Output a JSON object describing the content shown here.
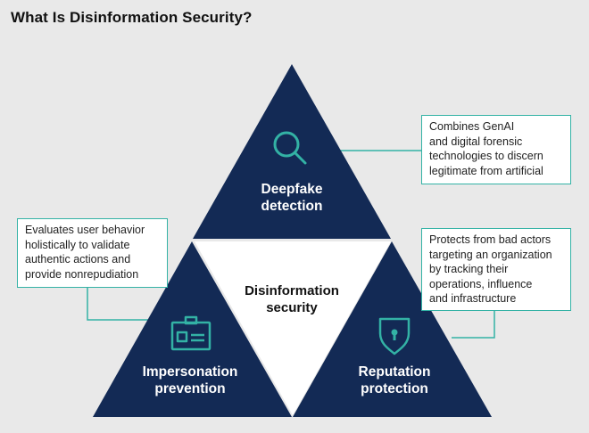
{
  "title": "What Is Disinformation Security?",
  "colors": {
    "triangle": "#132a55",
    "accent": "#33b2a5",
    "background": "#e9e9e9",
    "center": "#ffffff"
  },
  "center": {
    "line1": "Disinformation",
    "line2": "security"
  },
  "segments": {
    "top": {
      "icon": "magnifier-icon",
      "line1": "Deepfake",
      "line2": "detection"
    },
    "left": {
      "icon": "id-badge-icon",
      "line1": "Impersonation",
      "line2": "prevention"
    },
    "right": {
      "icon": "shield-lock-icon",
      "line1": "Reputation",
      "line2": "protection"
    }
  },
  "callouts": {
    "top": [
      "Combines GenAI",
      "and digital forensic",
      "technologies to discern",
      "legitimate from artificial"
    ],
    "left": [
      "Evaluates user behavior",
      "holistically to validate",
      "authentic actions and",
      "provide nonrepudiation"
    ],
    "right": [
      "Protects from bad actors",
      "targeting an organization",
      "by tracking their",
      "operations, influence",
      "and infrastructure"
    ]
  }
}
